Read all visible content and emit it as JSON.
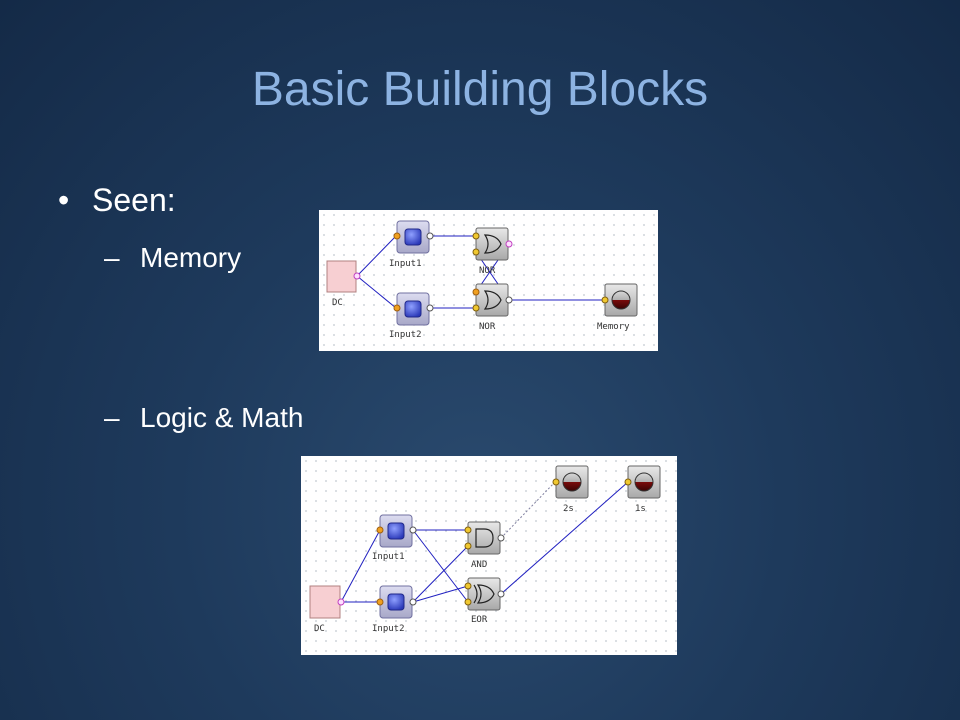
{
  "slide": {
    "title": "Basic Building Blocks",
    "bullet": "Seen:",
    "sub1": "Memory",
    "sub2": "Logic & Math"
  },
  "diagram_memory": {
    "labels": {
      "dc": "DC",
      "input1": "Input1",
      "input2": "Input2",
      "nor_top": "NOR",
      "nor_bottom": "NOR",
      "memory": "Memory"
    }
  },
  "diagram_logic": {
    "labels": {
      "dc": "DC",
      "input1": "Input1",
      "input2": "Input2",
      "and": "AND",
      "eor": "EOR",
      "out_2s": "2s",
      "out_1s": "1s"
    }
  },
  "colors": {
    "title": "#8db3e2",
    "wire": "#2020c0",
    "dc_fill": "#f7cfd2",
    "gate_fill": "#d0d0d0",
    "input_fill": "#4a5ed8",
    "lamp_off": "#5a0a0a",
    "port_orange": "#f0a020",
    "port_yellow": "#f0c830"
  }
}
